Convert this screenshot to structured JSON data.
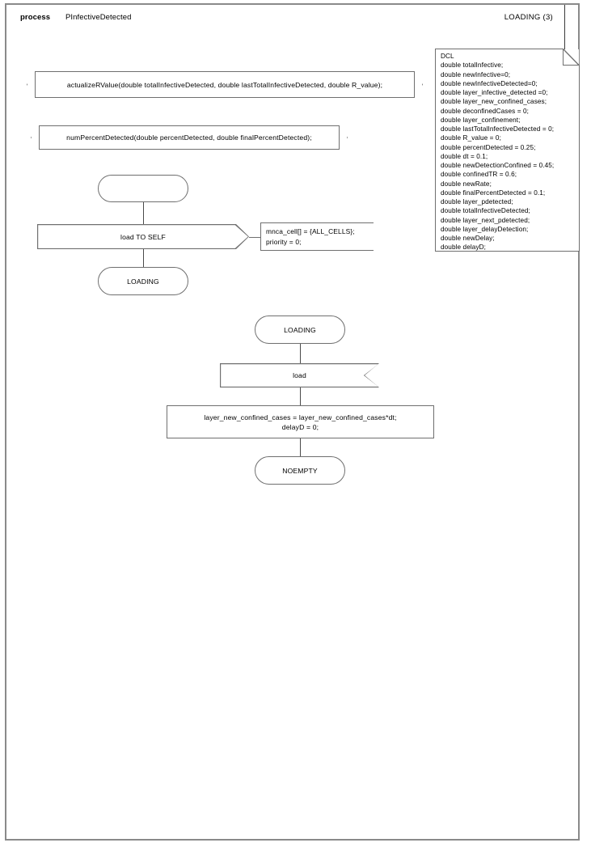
{
  "header": {
    "kind": "process",
    "name": "PInfectiveDetected",
    "page_ref": "LOADING (3)"
  },
  "dcl": {
    "title": "DCL",
    "text": "DCL\ndouble totalInfective;\ndouble newInfective=0;\ndouble newInfectiveDetected=0;\ndouble layer_infective_detected =0;\ndouble layer_new_confined_cases;\ndouble deconfinedCases = 0;\ndouble layer_confinement;\ndouble lastTotalInfectiveDetected = 0;\ndouble R_value = 0;\ndouble percentDetected = 0.25;\ndouble dt = 0.1;\ndouble newDetectionConfined = 0.45;\ndouble confinedTR = 0.6;\ndouble newRate;\ndouble finalPercentDetected = 0.1;\ndouble layer_pdetected;\ndouble totalInfectiveDetected;\ndouble layer_next_pdetected;\ndouble layer_delayDetection;\ndouble newDelay;\ndouble delayD;",
    "declarations": [
      "double totalInfective;",
      "double newInfective=0;",
      "double newInfectiveDetected=0;",
      "double layer_infective_detected =0;",
      "double layer_new_confined_cases;",
      "double deconfinedCases = 0;",
      "double layer_confinement;",
      "double lastTotalInfectiveDetected = 0;",
      "double R_value = 0;",
      "double percentDetected = 0.25;",
      "double dt = 0.1;",
      "double newDetectionConfined = 0.45;",
      "double confinedTR = 0.6;",
      "double newRate;",
      "double finalPercentDetected = 0.1;",
      "double layer_pdetected;",
      "double totalInfectiveDetected;",
      "double layer_next_pdetected;",
      "double layer_delayDetection;",
      "double newDelay;",
      "double delayD;"
    ]
  },
  "procedures": [
    {
      "label": "actualizeRValue(double totalInfectiveDetected, double lastTotalInfectiveDetected, double R_value);"
    },
    {
      "label": "numPercentDetected(double percentDetected, double finalPercentDetected);"
    }
  ],
  "flow_a": {
    "start_label": "",
    "output_label": "load TO SELF",
    "comment_text": "mnca_cell[] = {ALL_CELLS};\npriority = 0;",
    "next_state_label": "LOADING"
  },
  "flow_b": {
    "state_label": "LOADING",
    "input_label": "load",
    "task_text": "layer_new_confined_cases = layer_new_confined_cases*dt;\ndelayD = 0;",
    "next_state_label": "NOEMPTY"
  },
  "colors": {
    "frame_border": "#8a8a8a",
    "shape_stroke": "#6f6f6f",
    "line": "#4a4a4a",
    "text": "#000000",
    "background": "#ffffff"
  }
}
